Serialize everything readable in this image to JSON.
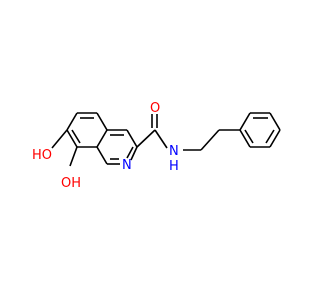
{
  "molecule": {
    "atoms": {
      "carbonyl_oxygen": "O",
      "amide_nitrogen": "N",
      "amide_hydrogen": "H",
      "ring_nitrogen": "N",
      "hydroxyl_top": "HO",
      "hydroxyl_bottom": "OH"
    }
  },
  "colors": {
    "bond": "#000000",
    "oxygen": "#ff0000",
    "nitrogen": "#0000ff",
    "background": "#ffffff"
  }
}
